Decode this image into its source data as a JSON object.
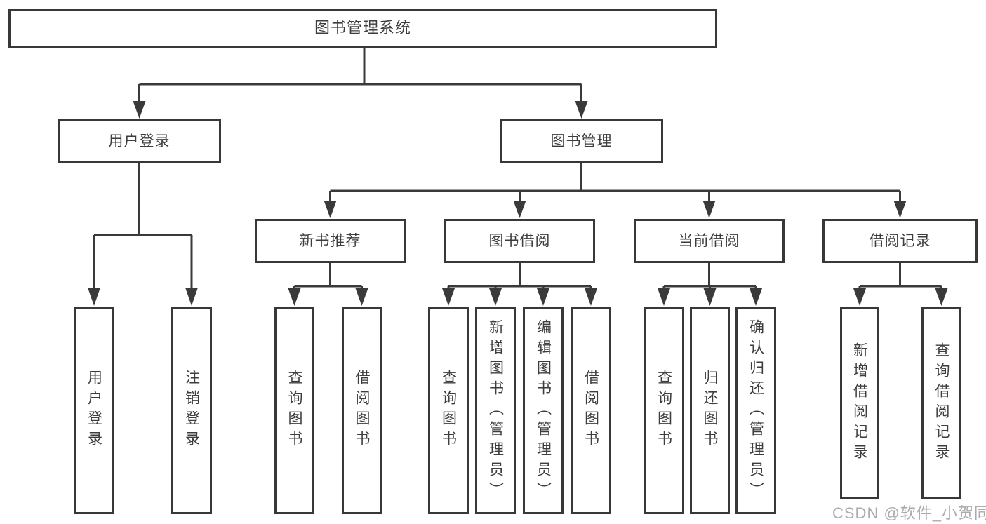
{
  "tree": {
    "label": "图书管理系统",
    "children": [
      {
        "label": "用户登录",
        "children": [
          {
            "label": "用户登录"
          },
          {
            "label": "注销登录"
          }
        ]
      },
      {
        "label": "图书管理",
        "children": [
          {
            "label": "新书推荐",
            "children": [
              {
                "label": "查询图书"
              },
              {
                "label": "借阅图书"
              }
            ]
          },
          {
            "label": "图书借阅",
            "children": [
              {
                "label": "查询图书"
              },
              {
                "label": "新增图书（管理员）"
              },
              {
                "label": "编辑图书（管理员）"
              },
              {
                "label": "借阅图书"
              }
            ]
          },
          {
            "label": "当前借阅",
            "children": [
              {
                "label": "查询图书"
              },
              {
                "label": "归还图书"
              },
              {
                "label": "确认归还（管理员）"
              }
            ]
          },
          {
            "label": "借阅记录",
            "children": [
              {
                "label": "新增借阅记录"
              },
              {
                "label": "查询借阅记录"
              }
            ]
          }
        ]
      }
    ]
  },
  "watermark": {
    "text": "CSDN @软件_小贺同学"
  },
  "colors": {
    "line": "#3a3a3a",
    "box_border": "#383838",
    "text": "#3d3d3d",
    "watermark": "#aaabad",
    "background": "#ffffff"
  }
}
